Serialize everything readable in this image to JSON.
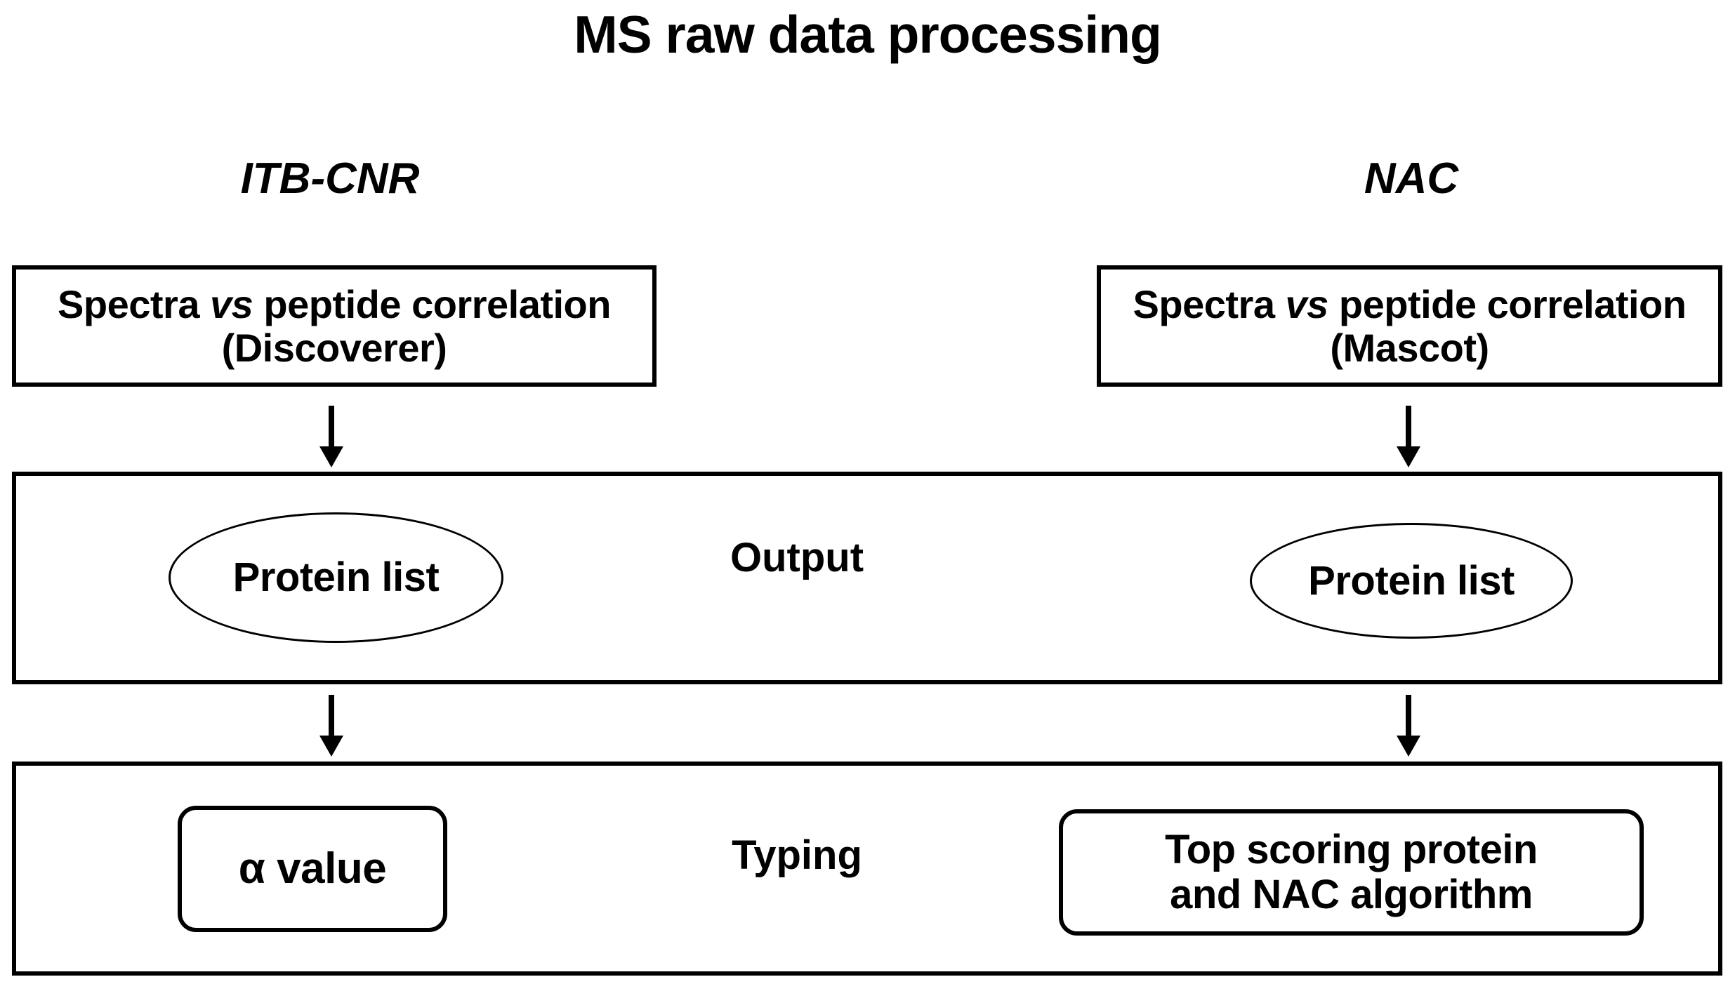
{
  "figure": {
    "title": "MS raw data processing",
    "type": "flowchart",
    "columns": [
      {
        "id": "itb-cnr",
        "label": "ITB-CNR"
      },
      {
        "id": "nac",
        "label": "NAC"
      }
    ],
    "rows": [
      {
        "id": "spectra-correlation",
        "row_label": "",
        "left": {
          "shape": "rectangle",
          "line1_prefix": "Spectra ",
          "line1_italic": "vs",
          "line1_suffix": " peptide correlation",
          "line2": "(Discoverer)"
        },
        "right": {
          "shape": "rectangle",
          "line1_prefix": "Spectra ",
          "line1_italic": "vs",
          "line1_suffix": " peptide correlation",
          "line2": "(Mascot)"
        }
      },
      {
        "id": "output",
        "row_label": "Output",
        "left": {
          "shape": "ellipse",
          "text": "Protein list"
        },
        "right": {
          "shape": "ellipse",
          "text": "Protein list"
        }
      },
      {
        "id": "typing",
        "row_label": "Typing",
        "left": {
          "shape": "rounded-rectangle",
          "text": "α value"
        },
        "right": {
          "shape": "rounded-rectangle",
          "line1": "Top scoring protein",
          "line2": "and NAC algorithm"
        }
      }
    ],
    "arrows": [
      {
        "id": "arrow-left-spectra-to-output",
        "direction": "down"
      },
      {
        "id": "arrow-right-spectra-to-output",
        "direction": "down"
      },
      {
        "id": "arrow-left-output-to-typing",
        "direction": "down"
      },
      {
        "id": "arrow-right-output-to-typing",
        "direction": "down"
      }
    ],
    "colors": {
      "background": "#ffffff",
      "stroke": "#000000",
      "text": "#000000"
    }
  }
}
